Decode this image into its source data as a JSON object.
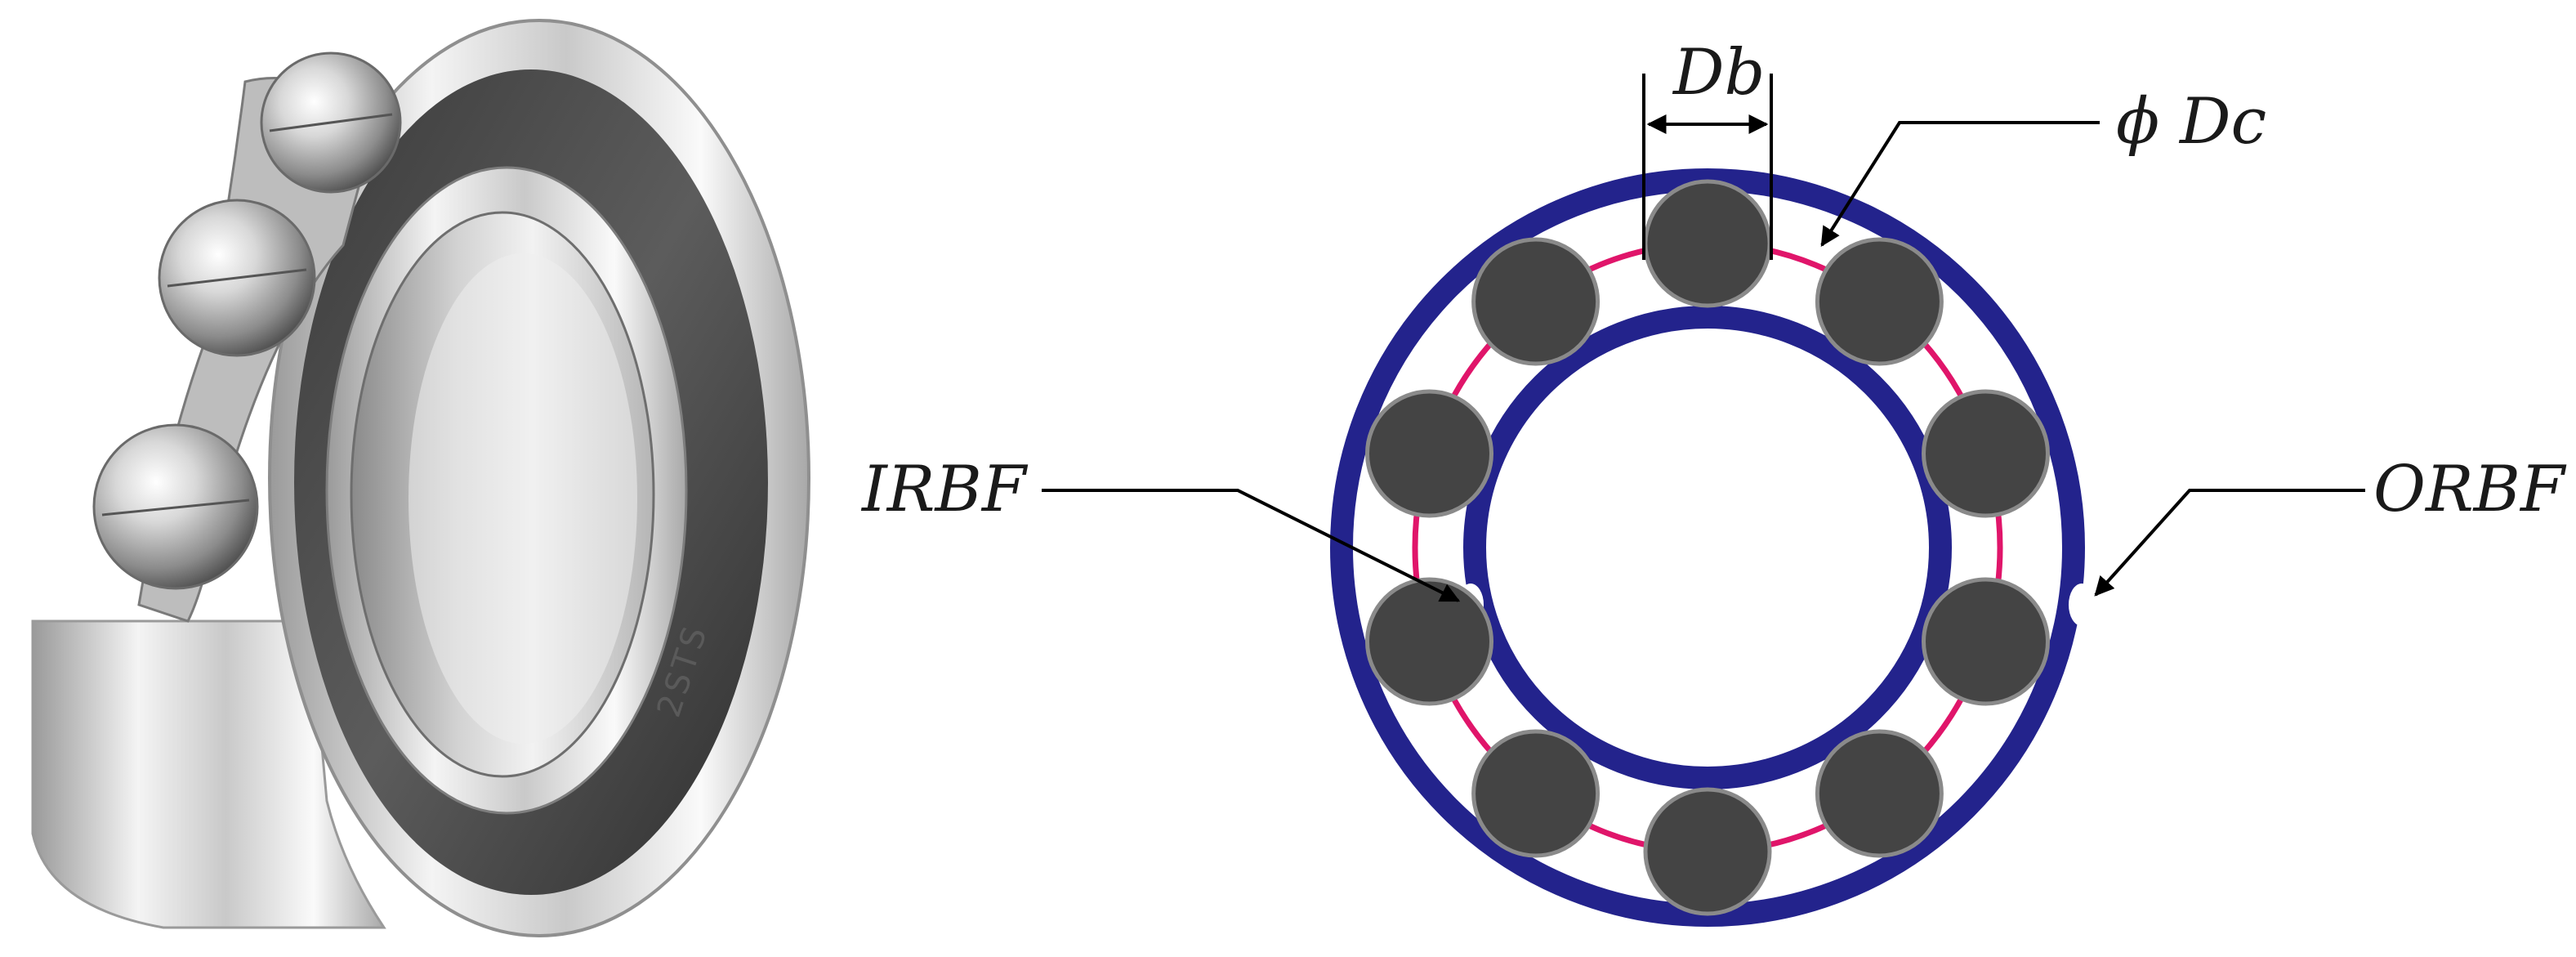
{
  "photo": {
    "engraving": "2STS"
  },
  "diagram": {
    "labels": {
      "ball_diameter": "Db",
      "pitch_diameter": "ϕ Dc",
      "inner_fault": "IRBF",
      "outer_fault": "ORBF"
    },
    "ball_count": 10,
    "colors": {
      "ring": "#23238c",
      "pitch_circle": "#e0156a",
      "ball_fill": "#444444",
      "ball_stroke": "#8a8a8a",
      "leader": "#000000"
    }
  }
}
